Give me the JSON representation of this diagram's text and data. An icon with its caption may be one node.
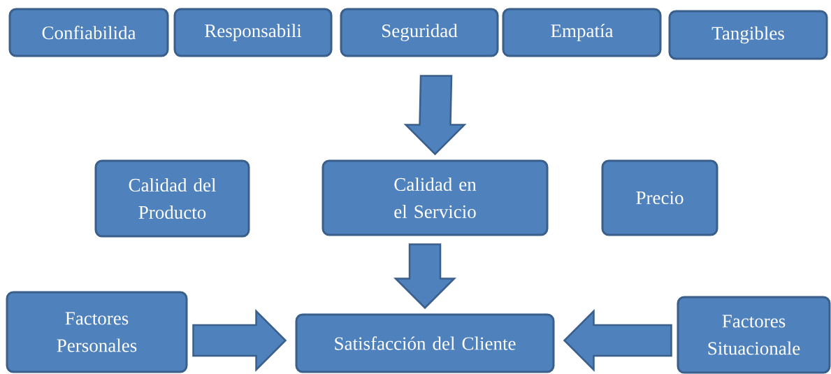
{
  "diagram": {
    "nodes": [
      {
        "text": [
          "Confiabilida"
        ]
      },
      {
        "text": [
          "Responsabili"
        ]
      },
      {
        "text": [
          "Seguridad"
        ]
      },
      {
        "text": [
          "Empatía"
        ]
      },
      {
        "text": [
          "Tangibles"
        ]
      },
      {
        "text": [
          "Calidad del Producto"
        ]
      },
      {
        "text": [
          "Calidad en el Servicio"
        ]
      },
      {
        "text": [
          "Precio"
        ]
      },
      {
        "text": [
          "Factores Personales"
        ]
      },
      {
        "text": [
          "Satisfacción del Cliente"
        ]
      },
      {
        "text": [
          "Factores Situacionale"
        ]
      }
    ],
    "edges": [
      {
        "from": null,
        "to": 6,
        "arrow": "to"
      },
      {
        "from": 6,
        "to": 9,
        "arrow": "to"
      },
      {
        "from": 8,
        "to": 9,
        "arrow": "to"
      },
      {
        "from": 10,
        "to": 9,
        "arrow": "to"
      }
    ]
  }
}
